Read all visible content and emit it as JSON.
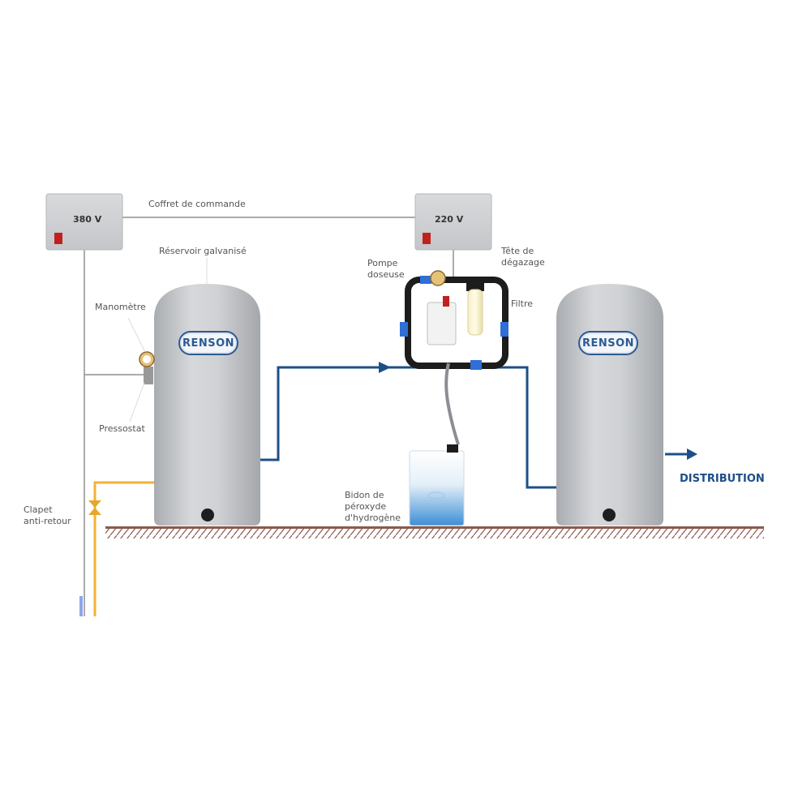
{
  "labels": {
    "control_box": "Coffret de commande",
    "voltage_left": "380 V",
    "voltage_right": "220 V",
    "tank": "Réservoir galvanisé",
    "gauge": "Manomètre",
    "pressure_switch": "Pressostat",
    "check_valve": "Clapet\nanti-retour",
    "dosing_pump": "Pompe\ndoseuse",
    "degassing_head": "Tête de\ndégazage",
    "filter": "Filtre",
    "canister": "Bidon de\npéroxyde\nd'hydrogène",
    "distribution": "DISTRIBUTION"
  },
  "brand": {
    "logo_text": "RENSON"
  },
  "colors": {
    "water_pipe": "#1d4f86",
    "inlet_pipe": "#f2b233",
    "indicator": "#c0211f",
    "tank": "#c9cbce",
    "ground": "#8a5a4e"
  }
}
